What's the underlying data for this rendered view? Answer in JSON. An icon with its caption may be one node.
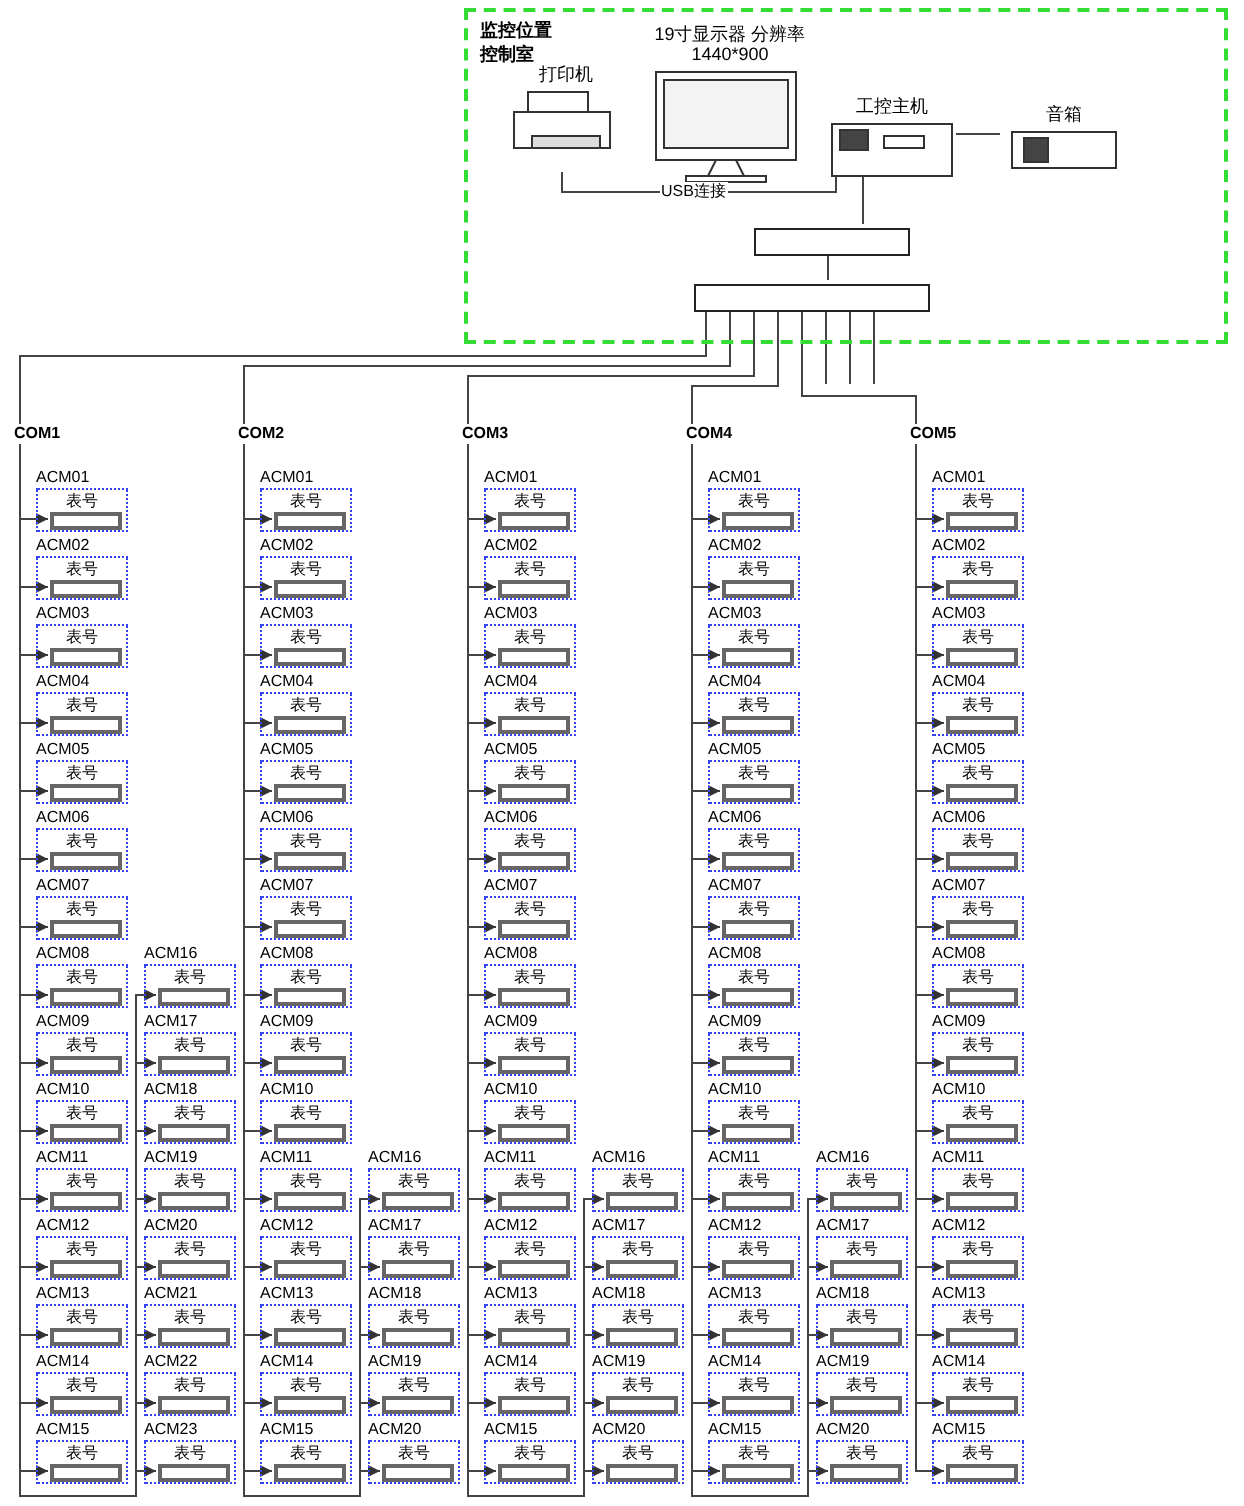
{
  "diagram": {
    "nodes": [
      {
        "text": [
          "监控位置",
          "控制室"
        ]
      },
      {
        "text": [
          "打印机"
        ],
        "in": 0
      },
      {
        "text": [
          "19寸显示器 分辨率1440*900"
        ],
        "in": 0
      },
      {
        "text": [
          "工控主机"
        ],
        "in": 0
      },
      {
        "text": [
          "音箱"
        ],
        "in": 0
      },
      {
        "text": [],
        "shape": "box",
        "in": 0
      },
      {
        "text": [],
        "shape": "box",
        "in": 0
      },
      {
        "text": [
          "COM1"
        ]
      },
      {
        "text": [
          "COM2"
        ]
      },
      {
        "text": [
          "COM3"
        ]
      },
      {
        "text": [
          "COM4"
        ]
      },
      {
        "text": [
          "COM5"
        ]
      },
      {
        "text": [
          "ACM01",
          "表号"
        ]
      },
      {
        "text": [],
        "shape": "box",
        "in": 12
      },
      {
        "text": [
          "ACM02",
          "表号"
        ]
      },
      {
        "text": [],
        "shape": "box",
        "in": 14
      },
      {
        "text": [
          "ACM03",
          "表号"
        ]
      },
      {
        "text": [],
        "shape": "box",
        "in": 16
      },
      {
        "text": [
          "ACM04",
          "表号"
        ]
      },
      {
        "text": [],
        "shape": "box",
        "in": 18
      },
      {
        "text": [
          "ACM05",
          "表号"
        ]
      },
      {
        "text": [],
        "shape": "box",
        "in": 20
      },
      {
        "text": [
          "ACM06",
          "表号"
        ]
      },
      {
        "text": [],
        "shape": "box",
        "in": 22
      },
      {
        "text": [
          "ACM07",
          "表号"
        ]
      },
      {
        "text": [],
        "shape": "box",
        "in": 24
      },
      {
        "text": [
          "ACM08",
          "表号"
        ]
      },
      {
        "text": [],
        "shape": "box",
        "in": 26
      },
      {
        "text": [
          "ACM09",
          "表号"
        ]
      },
      {
        "text": [],
        "shape": "box",
        "in": 28
      },
      {
        "text": [
          "ACM10",
          "表号"
        ]
      },
      {
        "text": [],
        "shape": "box",
        "in": 30
      },
      {
        "text": [
          "ACM11",
          "表号"
        ]
      },
      {
        "text": [],
        "shape": "box",
        "in": 32
      },
      {
        "text": [
          "ACM12",
          "表号"
        ]
      },
      {
        "text": [],
        "shape": "box",
        "in": 34
      },
      {
        "text": [
          "ACM13",
          "表号"
        ]
      },
      {
        "text": [],
        "shape": "box",
        "in": 36
      },
      {
        "text": [
          "ACM14",
          "表号"
        ]
      },
      {
        "text": [],
        "shape": "box",
        "in": 38
      },
      {
        "text": [
          "ACM15",
          "表号"
        ]
      },
      {
        "text": [],
        "shape": "box",
        "in": 40
      },
      {
        "text": [
          "ACM16",
          "表号"
        ]
      },
      {
        "text": [],
        "shape": "box",
        "in": 42
      },
      {
        "text": [
          "ACM17",
          "表号"
        ]
      },
      {
        "text": [],
        "shape": "box",
        "in": 44
      },
      {
        "text": [
          "ACM18",
          "表号"
        ]
      },
      {
        "text": [],
        "shape": "box",
        "in": 46
      },
      {
        "text": [
          "ACM19",
          "表号"
        ]
      },
      {
        "text": [],
        "shape": "box",
        "in": 48
      },
      {
        "text": [
          "ACM20",
          "表号"
        ]
      },
      {
        "text": [],
        "shape": "box",
        "in": 50
      },
      {
        "text": [
          "ACM21",
          "表号"
        ]
      },
      {
        "text": [],
        "shape": "box",
        "in": 52
      },
      {
        "text": [
          "ACM22",
          "表号"
        ]
      },
      {
        "text": [],
        "shape": "box",
        "in": 54
      },
      {
        "text": [
          "ACM23",
          "表号"
        ]
      },
      {
        "text": [],
        "shape": "box",
        "in": 56
      },
      {
        "text": [
          "ACM01",
          "表号"
        ]
      },
      {
        "text": [],
        "shape": "box",
        "in": 58
      },
      {
        "text": [
          "ACM02",
          "表号"
        ]
      },
      {
        "text": [],
        "shape": "box",
        "in": 60
      },
      {
        "text": [
          "ACM03",
          "表号"
        ]
      },
      {
        "text": [],
        "shape": "box",
        "in": 62
      },
      {
        "text": [
          "ACM04",
          "表号"
        ]
      },
      {
        "text": [],
        "shape": "box",
        "in": 64
      },
      {
        "text": [
          "ACM05",
          "表号"
        ]
      },
      {
        "text": [],
        "shape": "box",
        "in": 66
      },
      {
        "text": [
          "ACM06",
          "表号"
        ]
      },
      {
        "text": [],
        "shape": "box",
        "in": 68
      },
      {
        "text": [
          "ACM07",
          "表号"
        ]
      },
      {
        "text": [],
        "shape": "box",
        "in": 70
      },
      {
        "text": [
          "ACM08",
          "表号"
        ]
      },
      {
        "text": [],
        "shape": "box",
        "in": 72
      },
      {
        "text": [
          "ACM09",
          "表号"
        ]
      },
      {
        "text": [],
        "shape": "box",
        "in": 74
      },
      {
        "text": [
          "ACM10",
          "表号"
        ]
      },
      {
        "text": [],
        "shape": "box",
        "in": 76
      },
      {
        "text": [
          "ACM11",
          "表号"
        ]
      },
      {
        "text": [],
        "shape": "box",
        "in": 78
      },
      {
        "text": [
          "ACM12",
          "表号"
        ]
      },
      {
        "text": [],
        "shape": "box",
        "in": 80
      },
      {
        "text": [
          "ACM13",
          "表号"
        ]
      },
      {
        "text": [],
        "shape": "box",
        "in": 82
      },
      {
        "text": [
          "ACM14",
          "表号"
        ]
      },
      {
        "text": [],
        "shape": "box",
        "in": 84
      },
      {
        "text": [
          "ACM15",
          "表号"
        ]
      },
      {
        "text": [],
        "shape": "box",
        "in": 86
      },
      {
        "text": [
          "ACM16",
          "表号"
        ]
      },
      {
        "text": [],
        "shape": "box",
        "in": 88
      },
      {
        "text": [
          "ACM17",
          "表号"
        ]
      },
      {
        "text": [],
        "shape": "box",
        "in": 90
      },
      {
        "text": [
          "ACM18",
          "表号"
        ]
      },
      {
        "text": [],
        "shape": "box",
        "in": 92
      },
      {
        "text": [
          "ACM19",
          "表号"
        ]
      },
      {
        "text": [],
        "shape": "box",
        "in": 94
      },
      {
        "text": [
          "ACM20",
          "表号"
        ]
      },
      {
        "text": [],
        "shape": "box",
        "in": 96
      },
      {
        "text": [
          "ACM01",
          "表号"
        ]
      },
      {
        "text": [],
        "shape": "box",
        "in": 98
      },
      {
        "text": [
          "ACM02",
          "表号"
        ]
      },
      {
        "text": [],
        "shape": "box",
        "in": 100
      },
      {
        "text": [
          "ACM03",
          "表号"
        ]
      },
      {
        "text": [],
        "shape": "box",
        "in": 102
      },
      {
        "text": [
          "ACM04",
          "表号"
        ]
      },
      {
        "text": [],
        "shape": "box",
        "in": 104
      },
      {
        "text": [
          "ACM05",
          "表号"
        ]
      },
      {
        "text": [],
        "shape": "box",
        "in": 106
      },
      {
        "text": [
          "ACM06",
          "表号"
        ]
      },
      {
        "text": [],
        "shape": "box",
        "in": 108
      },
      {
        "text": [
          "ACM07",
          "表号"
        ]
      },
      {
        "text": [],
        "shape": "box",
        "in": 110
      },
      {
        "text": [
          "ACM08",
          "表号"
        ]
      },
      {
        "text": [],
        "shape": "box",
        "in": 112
      },
      {
        "text": [
          "ACM09",
          "表号"
        ]
      },
      {
        "text": [],
        "shape": "box",
        "in": 114
      },
      {
        "text": [
          "ACM10",
          "表号"
        ]
      },
      {
        "text": [],
        "shape": "box",
        "in": 116
      },
      {
        "text": [
          "ACM11",
          "表号"
        ]
      },
      {
        "text": [],
        "shape": "box",
        "in": 118
      },
      {
        "text": [
          "ACM12",
          "表号"
        ]
      },
      {
        "text": [],
        "shape": "box",
        "in": 120
      },
      {
        "text": [
          "ACM13",
          "表号"
        ]
      },
      {
        "text": [],
        "shape": "box",
        "in": 122
      },
      {
        "text": [
          "ACM14",
          "表号"
        ]
      },
      {
        "text": [],
        "shape": "box",
        "in": 124
      },
      {
        "text": [
          "ACM15",
          "表号"
        ]
      },
      {
        "text": [],
        "shape": "box",
        "in": 126
      },
      {
        "text": [
          "ACM16",
          "表号"
        ]
      },
      {
        "text": [],
        "shape": "box",
        "in": 128
      },
      {
        "text": [
          "ACM17",
          "表号"
        ]
      },
      {
        "text": [],
        "shape": "box",
        "in": 130
      },
      {
        "text": [
          "ACM18",
          "表号"
        ]
      },
      {
        "text": [],
        "shape": "box",
        "in": 132
      },
      {
        "text": [
          "ACM19",
          "表号"
        ]
      },
      {
        "text": [],
        "shape": "box",
        "in": 134
      },
      {
        "text": [
          "ACM20",
          "表号"
        ]
      },
      {
        "text": [],
        "shape": "box",
        "in": 136
      },
      {
        "text": [
          "ACM01",
          "表号"
        ]
      },
      {
        "text": [],
        "shape": "box",
        "in": 138
      },
      {
        "text": [
          "ACM02",
          "表号"
        ]
      },
      {
        "text": [],
        "shape": "box",
        "in": 140
      },
      {
        "text": [
          "ACM03",
          "表号"
        ]
      },
      {
        "text": [],
        "shape": "box",
        "in": 142
      },
      {
        "text": [
          "ACM04",
          "表号"
        ]
      },
      {
        "text": [],
        "shape": "box",
        "in": 144
      },
      {
        "text": [
          "ACM05",
          "表号"
        ]
      },
      {
        "text": [],
        "shape": "box",
        "in": 146
      },
      {
        "text": [
          "ACM06",
          "表号"
        ]
      },
      {
        "text": [],
        "shape": "box",
        "in": 148
      },
      {
        "text": [
          "ACM07",
          "表号"
        ]
      },
      {
        "text": [],
        "shape": "box",
        "in": 150
      },
      {
        "text": [
          "ACM08",
          "表号"
        ]
      },
      {
        "text": [],
        "shape": "box",
        "in": 152
      },
      {
        "text": [
          "ACM09",
          "表号"
        ]
      },
      {
        "text": [],
        "shape": "box",
        "in": 154
      },
      {
        "text": [
          "ACM10",
          "表号"
        ]
      },
      {
        "text": [],
        "shape": "box",
        "in": 156
      },
      {
        "text": [
          "ACM11",
          "表号"
        ]
      },
      {
        "text": [],
        "shape": "box",
        "in": 158
      },
      {
        "text": [
          "ACM12",
          "表号"
        ]
      },
      {
        "text": [],
        "shape": "box",
        "in": 160
      },
      {
        "text": [
          "ACM13",
          "表号"
        ]
      },
      {
        "text": [],
        "shape": "box",
        "in": 162
      },
      {
        "text": [
          "ACM14",
          "表号"
        ]
      },
      {
        "text": [],
        "shape": "box",
        "in": 164
      },
      {
        "text": [
          "ACM15",
          "表号"
        ]
      },
      {
        "text": [],
        "shape": "box",
        "in": 166
      },
      {
        "text": [
          "ACM16",
          "表号"
        ]
      },
      {
        "text": [],
        "shape": "box",
        "in": 168
      },
      {
        "text": [
          "ACM17",
          "表号"
        ]
      },
      {
        "text": [],
        "shape": "box",
        "in": 170
      },
      {
        "text": [
          "ACM18",
          "表号"
        ]
      },
      {
        "text": [],
        "shape": "box",
        "in": 172
      },
      {
        "text": [
          "ACM19",
          "表号"
        ]
      },
      {
        "text": [],
        "shape": "box",
        "in": 174
      },
      {
        "text": [
          "ACM20",
          "表号"
        ]
      },
      {
        "text": [],
        "shape": "box",
        "in": 176
      },
      {
        "text": [
          "ACM01",
          "表号"
        ]
      },
      {
        "text": [],
        "shape": "box",
        "in": 178
      },
      {
        "text": [
          "ACM02",
          "表号"
        ]
      },
      {
        "text": [],
        "shape": "box",
        "in": 180
      },
      {
        "text": [
          "ACM03",
          "表号"
        ]
      },
      {
        "text": [],
        "shape": "box",
        "in": 182
      },
      {
        "text": [
          "ACM04",
          "表号"
        ]
      },
      {
        "text": [],
        "shape": "box",
        "in": 184
      },
      {
        "text": [
          "ACM05",
          "表号"
        ]
      },
      {
        "text": [],
        "shape": "box",
        "in": 186
      },
      {
        "text": [
          "ACM06",
          "表号"
        ]
      },
      {
        "text": [],
        "shape": "box",
        "in": 188
      },
      {
        "text": [
          "ACM07",
          "表号"
        ]
      },
      {
        "text": [],
        "shape": "box",
        "in": 190
      },
      {
        "text": [
          "ACM08",
          "表号"
        ]
      },
      {
        "text": [],
        "shape": "box",
        "in": 192
      },
      {
        "text": [
          "ACM09",
          "表号"
        ]
      },
      {
        "text": [],
        "shape": "box",
        "in": 194
      },
      {
        "text": [
          "ACM10",
          "表号"
        ]
      },
      {
        "text": [],
        "shape": "box",
        "in": 196
      },
      {
        "text": [
          "ACM11",
          "表号"
        ]
      },
      {
        "text": [],
        "shape": "box",
        "in": 198
      },
      {
        "text": [
          "ACM12",
          "表号"
        ]
      },
      {
        "text": [],
        "shape": "box",
        "in": 200
      },
      {
        "text": [
          "ACM13",
          "表号"
        ]
      },
      {
        "text": [],
        "shape": "box",
        "in": 202
      },
      {
        "text": [
          "ACM14",
          "表号"
        ]
      },
      {
        "text": [],
        "shape": "box",
        "in": 204
      },
      {
        "text": [
          "ACM15",
          "表号"
        ]
      },
      {
        "text": [],
        "shape": "box",
        "in": 206
      }
    ],
    "edges": [
      {
        "from": 1,
        "to": 3,
        "arrow": "none",
        "label": "USB连接"
      },
      {
        "from": 3,
        "to": 4,
        "arrow": "none"
      },
      {
        "from": 3,
        "to": 5,
        "arrow": "none"
      },
      {
        "from": 5,
        "to": 6,
        "arrow": "none"
      },
      {
        "from": 6,
        "to": 7,
        "arrow": "none"
      },
      {
        "from": 6,
        "to": 8,
        "arrow": "none"
      },
      {
        "from": 6,
        "to": 9,
        "arrow": "none"
      },
      {
        "from": 6,
        "to": 10,
        "arrow": "none"
      },
      {
        "from": 6,
        "to": 11,
        "arrow": "none"
      },
      {
        "from": 6,
        "to": null,
        "arrow": "none"
      },
      {
        "from": 6,
        "to": null,
        "arrow": "none"
      },
      {
        "from": 6,
        "to": null,
        "arrow": "none"
      },
      {
        "from": 7,
        "to": 13,
        "arrow": "to"
      },
      {
        "from": 7,
        "to": 15,
        "arrow": "to"
      },
      {
        "from": 7,
        "to": 17,
        "arrow": "to"
      },
      {
        "from": 7,
        "to": 19,
        "arrow": "to"
      },
      {
        "from": 7,
        "to": 21,
        "arrow": "to"
      },
      {
        "from": 7,
        "to": 23,
        "arrow": "to"
      },
      {
        "from": 7,
        "to": 25,
        "arrow": "to"
      },
      {
        "from": 7,
        "to": 27,
        "arrow": "to"
      },
      {
        "from": 7,
        "to": 29,
        "arrow": "to"
      },
      {
        "from": 7,
        "to": 31,
        "arrow": "to"
      },
      {
        "from": 7,
        "to": 33,
        "arrow": "to"
      },
      {
        "from": 7,
        "to": 35,
        "arrow": "to"
      },
      {
        "from": 7,
        "to": 37,
        "arrow": "to"
      },
      {
        "from": 7,
        "to": 39,
        "arrow": "to"
      },
      {
        "from": 7,
        "to": 41,
        "arrow": "to"
      },
      {
        "from": 7,
        "to": 43,
        "arrow": "to"
      },
      {
        "from": 7,
        "to": 45,
        "arrow": "to"
      },
      {
        "from": 7,
        "to": 47,
        "arrow": "to"
      },
      {
        "from": 7,
        "to": 49,
        "arrow": "to"
      },
      {
        "from": 7,
        "to": 51,
        "arrow": "to"
      },
      {
        "from": 7,
        "to": 53,
        "arrow": "to"
      },
      {
        "from": 7,
        "to": 55,
        "arrow": "to"
      },
      {
        "from": 7,
        "to": 57,
        "arrow": "to"
      },
      {
        "from": 8,
        "to": 59,
        "arrow": "to"
      },
      {
        "from": 8,
        "to": 61,
        "arrow": "to"
      },
      {
        "from": 8,
        "to": 63,
        "arrow": "to"
      },
      {
        "from": 8,
        "to": 65,
        "arrow": "to"
      },
      {
        "from": 8,
        "to": 67,
        "arrow": "to"
      },
      {
        "from": 8,
        "to": 69,
        "arrow": "to"
      },
      {
        "from": 8,
        "to": 71,
        "arrow": "to"
      },
      {
        "from": 8,
        "to": 73,
        "arrow": "to"
      },
      {
        "from": 8,
        "to": 75,
        "arrow": "to"
      },
      {
        "from": 8,
        "to": 77,
        "arrow": "to"
      },
      {
        "from": 8,
        "to": 79,
        "arrow": "to"
      },
      {
        "from": 8,
        "to": 81,
        "arrow": "to"
      },
      {
        "from": 8,
        "to": 83,
        "arrow": "to"
      },
      {
        "from": 8,
        "to": 85,
        "arrow": "to"
      },
      {
        "from": 8,
        "to": 87,
        "arrow": "to"
      },
      {
        "from": 8,
        "to": 89,
        "arrow": "to"
      },
      {
        "from": 8,
        "to": 91,
        "arrow": "to"
      },
      {
        "from": 8,
        "to": 93,
        "arrow": "to"
      },
      {
        "from": 8,
        "to": 95,
        "arrow": "to"
      },
      {
        "from": 8,
        "to": 97,
        "arrow": "to"
      },
      {
        "from": 9,
        "to": 99,
        "arrow": "to"
      },
      {
        "from": 9,
        "to": 101,
        "arrow": "to"
      },
      {
        "from": 9,
        "to": 103,
        "arrow": "to"
      },
      {
        "from": 9,
        "to": 105,
        "arrow": "to"
      },
      {
        "from": 9,
        "to": 107,
        "arrow": "to"
      },
      {
        "from": 9,
        "to": 109,
        "arrow": "to"
      },
      {
        "from": 9,
        "to": 111,
        "arrow": "to"
      },
      {
        "from": 9,
        "to": 113,
        "arrow": "to"
      },
      {
        "from": 9,
        "to": 115,
        "arrow": "to"
      },
      {
        "from": 9,
        "to": 117,
        "arrow": "to"
      },
      {
        "from": 9,
        "to": 119,
        "arrow": "to"
      },
      {
        "from": 9,
        "to": 121,
        "arrow": "to"
      },
      {
        "from": 9,
        "to": 123,
        "arrow": "to"
      },
      {
        "from": 9,
        "to": 125,
        "arrow": "to"
      },
      {
        "from": 9,
        "to": 127,
        "arrow": "to"
      },
      {
        "from": 9,
        "to": 129,
        "arrow": "to"
      },
      {
        "from": 9,
        "to": 131,
        "arrow": "to"
      },
      {
        "from": 9,
        "to": 133,
        "arrow": "to"
      },
      {
        "from": 9,
        "to": 135,
        "arrow": "to"
      },
      {
        "from": 9,
        "to": 137,
        "arrow": "to"
      },
      {
        "from": 10,
        "to": 139,
        "arrow": "to"
      },
      {
        "from": 10,
        "to": 141,
        "arrow": "to"
      },
      {
        "from": 10,
        "to": 143,
        "arrow": "to"
      },
      {
        "from": 10,
        "to": 145,
        "arrow": "to"
      },
      {
        "from": 10,
        "to": 147,
        "arrow": "to"
      },
      {
        "from": 10,
        "to": 149,
        "arrow": "to"
      },
      {
        "from": 10,
        "to": 151,
        "arrow": "to"
      },
      {
        "from": 10,
        "to": 153,
        "arrow": "to"
      },
      {
        "from": 10,
        "to": 155,
        "arrow": "to"
      },
      {
        "from": 10,
        "to": 157,
        "arrow": "to"
      },
      {
        "from": 10,
        "to": 159,
        "arrow": "to"
      },
      {
        "from": 10,
        "to": 161,
        "arrow": "to"
      },
      {
        "from": 10,
        "to": 163,
        "arrow": "to"
      },
      {
        "from": 10,
        "to": 165,
        "arrow": "to"
      },
      {
        "from": 10,
        "to": 167,
        "arrow": "to"
      },
      {
        "from": 10,
        "to": 169,
        "arrow": "to"
      },
      {
        "from": 10,
        "to": 171,
        "arrow": "to"
      },
      {
        "from": 10,
        "to": 173,
        "arrow": "to"
      },
      {
        "from": 10,
        "to": 175,
        "arrow": "to"
      },
      {
        "from": 10,
        "to": 177,
        "arrow": "to"
      },
      {
        "from": 11,
        "to": 179,
        "arrow": "to"
      },
      {
        "from": 11,
        "to": 181,
        "arrow": "to"
      },
      {
        "from": 11,
        "to": 183,
        "arrow": "to"
      },
      {
        "from": 11,
        "to": 185,
        "arrow": "to"
      },
      {
        "from": 11,
        "to": 187,
        "arrow": "to"
      },
      {
        "from": 11,
        "to": 189,
        "arrow": "to"
      },
      {
        "from": 11,
        "to": 191,
        "arrow": "to"
      },
      {
        "from": 11,
        "to": 193,
        "arrow": "to"
      },
      {
        "from": 11,
        "to": 195,
        "arrow": "to"
      },
      {
        "from": 11,
        "to": 197,
        "arrow": "to"
      },
      {
        "from": 11,
        "to": 199,
        "arrow": "to"
      },
      {
        "from": 11,
        "to": 201,
        "arrow": "to"
      },
      {
        "from": 11,
        "to": 203,
        "arrow": "to"
      },
      {
        "from": 11,
        "to": 205,
        "arrow": "to"
      },
      {
        "from": 11,
        "to": 207,
        "arrow": "to"
      }
    ]
  }
}
